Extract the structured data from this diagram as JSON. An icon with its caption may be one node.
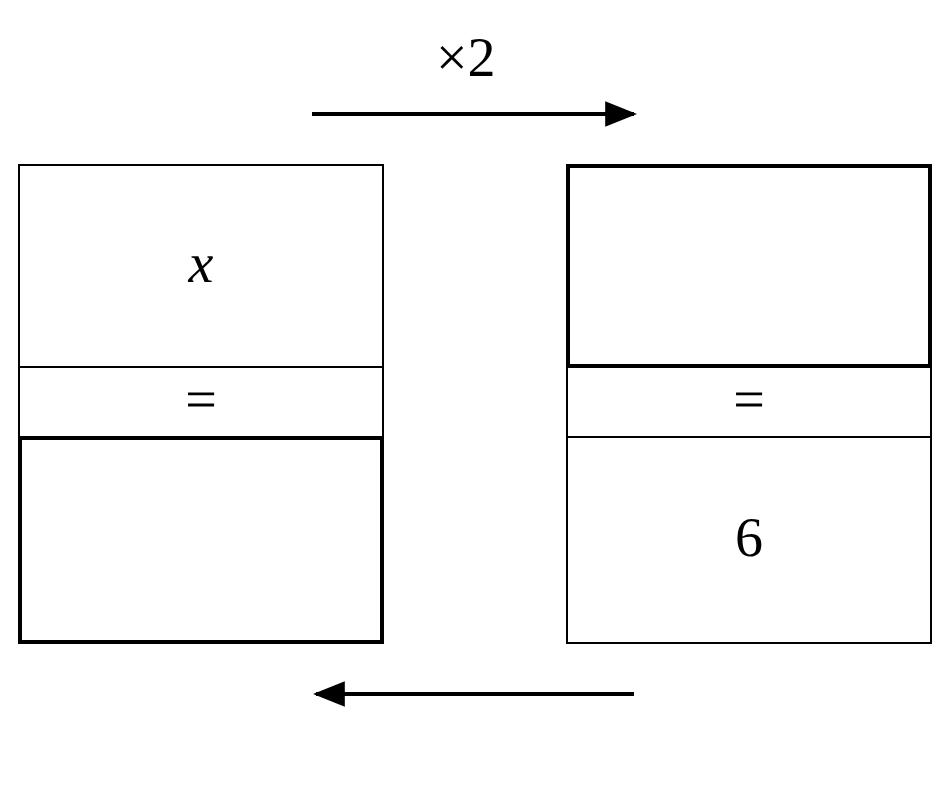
{
  "diagram": {
    "nodes": [
      {
        "text": [],
        "shape": "box"
      },
      {
        "text": [
          "x"
        ],
        "in": 0
      },
      {
        "text": [
          "="
        ],
        "in": 0
      },
      {
        "text": [],
        "shape": "box",
        "in": 0
      },
      {
        "text": [],
        "shape": "box"
      },
      {
        "text": [],
        "shape": "box",
        "in": 4
      },
      {
        "text": [
          "="
        ],
        "in": 4
      },
      {
        "text": [
          "6"
        ],
        "in": 4
      }
    ],
    "edges": [
      {
        "from": 0,
        "to": 4,
        "arrow": "to",
        "label": "×2"
      },
      {
        "from": 4,
        "to": 0,
        "arrow": "to"
      }
    ]
  }
}
